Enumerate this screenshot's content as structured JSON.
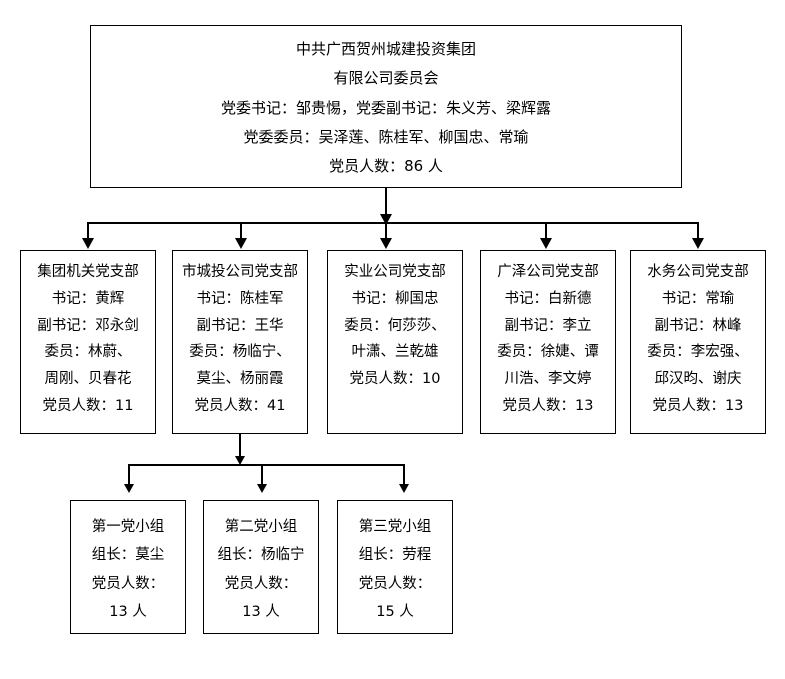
{
  "root": {
    "lines": [
      "中共广西贺州城建投资集团",
      "有限公司委员会",
      "党委书记：邹贵惕，党委副书记：朱义芳、梁辉露",
      "党委委员：吴泽莲、陈桂军、柳国忠、常瑜",
      "党员人数：86 人"
    ]
  },
  "branches": [
    {
      "name": "集团机关党支部",
      "lines": [
        "集团机关党支部",
        "书记：黄辉",
        "副书记：邓永剑",
        "委员：林蔚、",
        "周刚、贝春花",
        "党员人数：11"
      ],
      "member_count": 11
    },
    {
      "name": "市城投公司党支部",
      "lines": [
        "市城投公司党支部",
        "书记：陈桂军",
        "副书记：王华",
        "委员：杨临宁、",
        "莫尘、杨丽霞",
        "党员人数：41"
      ],
      "member_count": 41
    },
    {
      "name": "实业公司党支部",
      "lines": [
        "实业公司党支部",
        "书记：柳国忠",
        "委员：何莎莎、",
        "叶潇、兰乾雄",
        "党员人数：10"
      ],
      "member_count": 10
    },
    {
      "name": "广泽公司党支部",
      "lines": [
        "广泽公司党支部",
        "书记：白新德",
        "副书记：李立",
        "委员：徐婕、谭",
        "川浩、李文婷",
        "党员人数：13"
      ],
      "member_count": 13
    },
    {
      "name": "水务公司党支部",
      "lines": [
        "水务公司党支部",
        "书记：常瑜",
        "副书记：林峰",
        "委员：李宏强、",
        "邱汉昀、谢庆",
        "党员人数：13"
      ],
      "member_count": 13
    }
  ],
  "groups": [
    {
      "name": "第一党小组",
      "lines": [
        "第一党小组",
        "组长：莫尘",
        "党员人数：",
        "13 人"
      ],
      "member_count": 13
    },
    {
      "name": "第二党小组",
      "lines": [
        "第二党小组",
        "组长：杨临宁",
        "党员人数：",
        "13 人"
      ],
      "member_count": 13
    },
    {
      "name": "第三党小组",
      "lines": [
        "第三党小组",
        "组长：劳程",
        "党员人数：",
        "15 人"
      ],
      "member_count": 15
    }
  ],
  "colors": {
    "line": "#000000",
    "text": "#000000",
    "background": "#ffffff"
  }
}
